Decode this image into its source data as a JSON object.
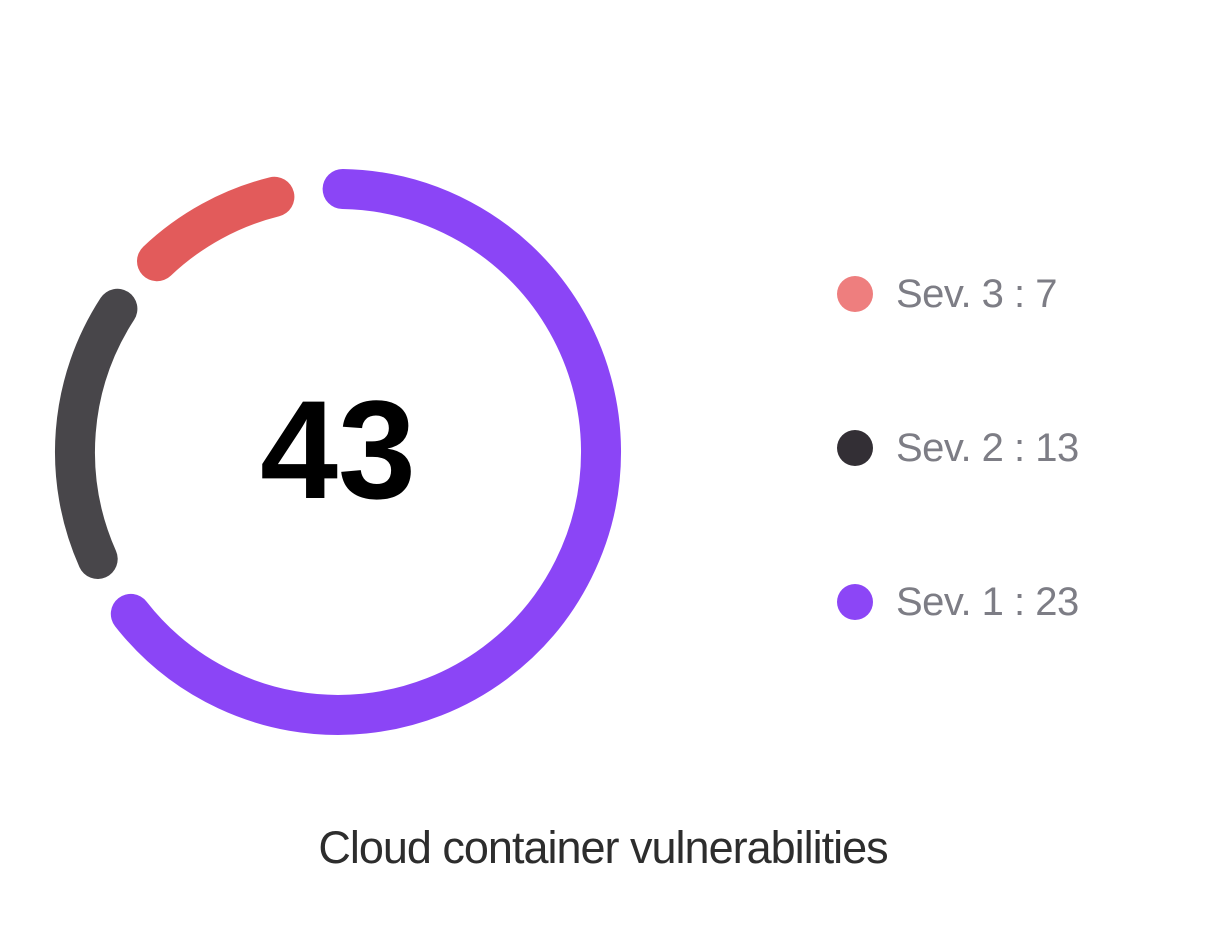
{
  "page": {
    "background_color": "#ffffff"
  },
  "chart_data": {
    "type": "pie",
    "variant": "donut-progress-ring",
    "title": "Cloud container vulnerabilities",
    "center_label": "43",
    "total": 43,
    "legend_position": "right",
    "title_color": "#2d2d2d",
    "legend_text_color": "#7d7d85",
    "center_label_color": "#000000",
    "segments": [
      {
        "name": "Sev. 3",
        "value": 7,
        "legend_label": "Sev. 3 : 7",
        "arc_color": "#e25b5b",
        "dot_color": "#ee7e7e",
        "drawn_arc_deg": {
          "start": 316.5,
          "end": 346
        }
      },
      {
        "name": "Sev. 2",
        "value": 13,
        "legend_label": "Sev. 2 : 13",
        "arc_color": "#48464a",
        "dot_color": "#332f35",
        "drawn_arc_deg": {
          "start": 246,
          "end": 303
        }
      },
      {
        "name": "Sev. 1",
        "value": 23,
        "legend_label": "Sev. 1 : 23",
        "arc_color": "#8b45f6",
        "dot_color": "#8c46f6",
        "drawn_arc_deg": {
          "start": 1,
          "end": 232
        }
      }
    ]
  }
}
